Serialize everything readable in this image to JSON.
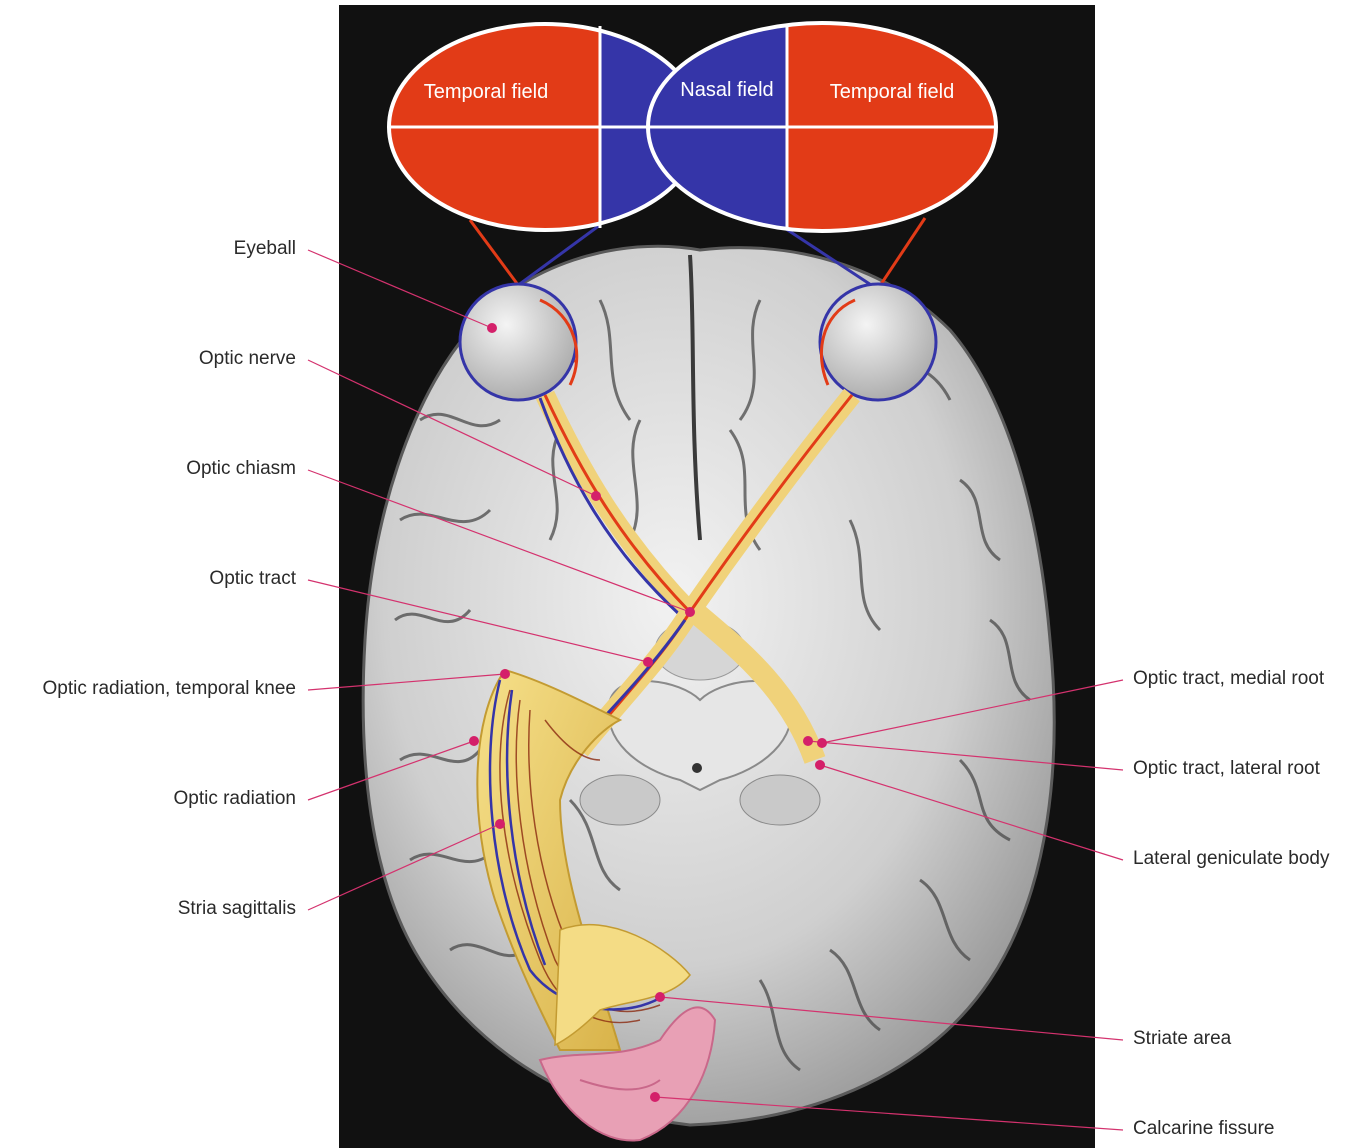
{
  "visual_fields": {
    "left_temporal": "Temporal field",
    "nasal": "Nasal field",
    "right_temporal": "Temporal field"
  },
  "labels_left": [
    "Eyeball",
    "Optic nerve",
    "Optic chiasm",
    "Optic tract",
    "Optic radiation, temporal knee",
    "Optic radiation",
    "Stria sagittalis"
  ],
  "labels_right": [
    "Optic tract, medial root",
    "Optic tract, lateral root",
    "Lateral geniculate body",
    "Striate area",
    "Calcarine fissure"
  ],
  "colors": {
    "background_panel": "#111111",
    "temporal_field": "#e23b17",
    "nasal_field": "#3535a8",
    "leader_line": "#d4326e",
    "pathway": "#f0d27a"
  }
}
